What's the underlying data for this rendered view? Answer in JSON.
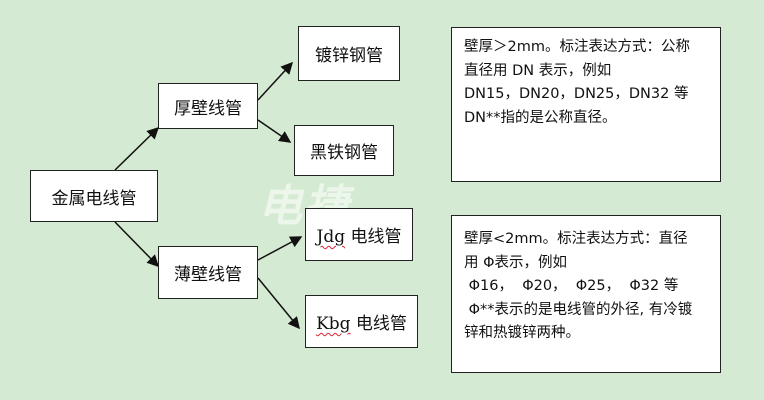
{
  "diagram": {
    "root": "金属电线管",
    "branches": [
      {
        "label": "厚壁线管",
        "children": [
          "镀锌钢管",
          "黑铁钢管"
        ]
      },
      {
        "label": "薄壁线管",
        "children": [
          {
            "prefix": "Jdg",
            "suffix": " 电线管"
          },
          {
            "prefix": "Kbg",
            "suffix": " 电线管"
          }
        ]
      }
    ],
    "notes": [
      {
        "lines": [
          "壁厚＞2mm。标注表达方式：公称",
          "直径用 DN 表示，例如",
          "DN15，DN20，DN25，DN32 等",
          "DN**指的是公称直径。"
        ]
      },
      {
        "lines": [
          "壁厚<2mm。标注表达方式：直径",
          "用 Φ表示，例如",
          " Φ16，  Φ20，  Φ25，  Φ32 等",
          " Φ**表示的是电线管的外径, 有冷镀",
          "锌和热镀锌两种。"
        ]
      }
    ],
    "watermark": "电捷"
  },
  "colors": {
    "background": "#d5ead2",
    "box_fill": "#ffffff",
    "border": "#222222",
    "spellcheck_underline": "#dd2233"
  }
}
